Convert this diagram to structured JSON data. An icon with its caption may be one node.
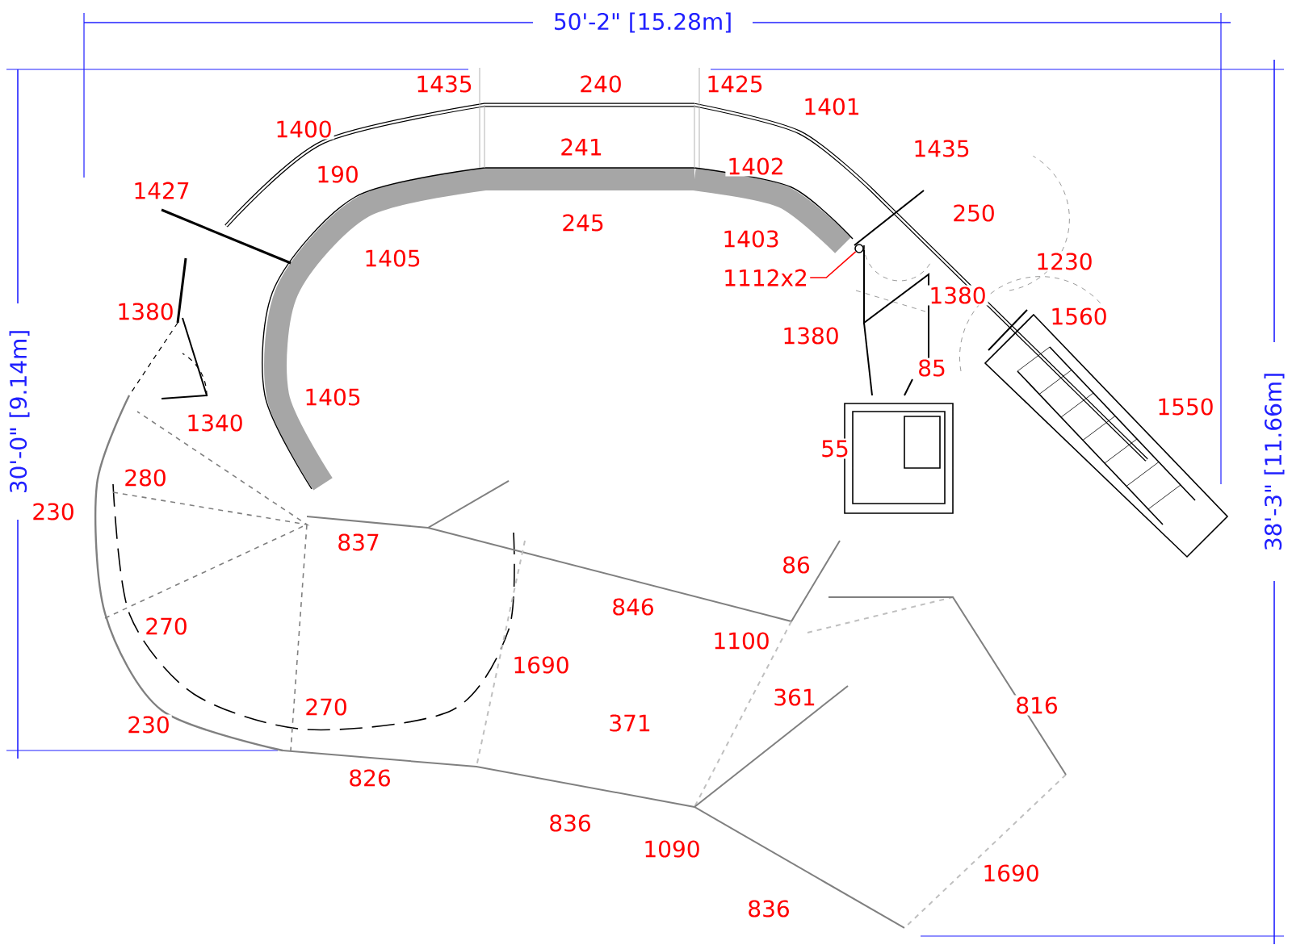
{
  "diagram": {
    "nodes": [
      {
        "text": [
          "1112x2"
        ]
      },
      {
        "text": [],
        "shape": "circle"
      }
    ],
    "edges": [
      {
        "from": 0,
        "to": 1,
        "arrow": "none"
      }
    ],
    "labels": [
      "50'-2\" [15.28m]",
      "1435",
      "240",
      "1425",
      "1400",
      "1401",
      "241",
      "1427",
      "190",
      "1402",
      "1435",
      "245",
      "1405",
      "1403",
      "250",
      "1230",
      "30'-0\" [9.14m]",
      "1380",
      "1380",
      "1560",
      "1380",
      "85",
      "1405",
      "1550",
      "1340",
      "55",
      "38'-3\" [11.66m]",
      "280",
      "230",
      "837",
      "86",
      "846",
      "1100",
      "270",
      "1690",
      "816",
      "361",
      "371",
      "270",
      "230",
      "826",
      "836",
      "1090",
      "1690",
      "836"
    ]
  }
}
